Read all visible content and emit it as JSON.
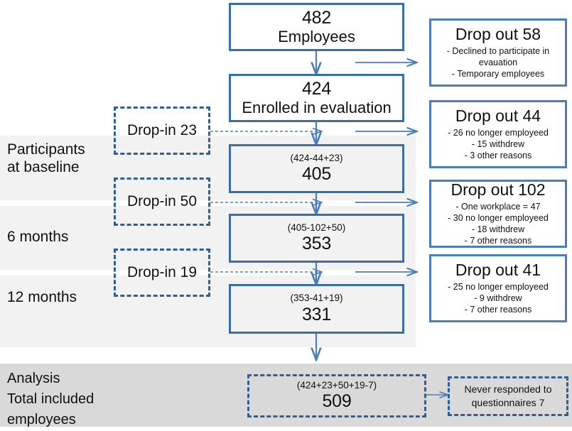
{
  "diagram": {
    "title": "Participant flow diagram",
    "colors": {
      "box_border": "#3a6ea5",
      "dashed_border": "#2f5f96",
      "arrow": "#4a7ebb",
      "band_light": "#f2f2f2",
      "band_dark": "#d9d9d9",
      "text": "#111111"
    }
  },
  "main_flow": [
    {
      "id": "employees",
      "number": "482",
      "label": "Employees",
      "calc": ""
    },
    {
      "id": "enrolled",
      "number": "424",
      "label": "Enrolled in evaluation",
      "calc": ""
    },
    {
      "id": "baseline",
      "number": "405",
      "label": "",
      "calc": "(424-44+23)"
    },
    {
      "id": "six-months",
      "number": "353",
      "label": "",
      "calc": "(405-102+50)"
    },
    {
      "id": "twelve-months",
      "number": "331",
      "label": "",
      "calc": "(353-41+19)"
    }
  ],
  "drop_ins": [
    {
      "id": "drop-in-23",
      "label": "Drop-in 23"
    },
    {
      "id": "drop-in-50",
      "label": "Drop-in 50"
    },
    {
      "id": "drop-in-19",
      "label": "Drop-in 19"
    }
  ],
  "drop_outs": [
    {
      "id": "drop-out-58",
      "title": "Drop out 58",
      "reasons": [
        "-    Declined to participate in",
        "evauation",
        "- Temporary employees"
      ]
    },
    {
      "id": "drop-out-44",
      "title": "Drop out 44",
      "reasons": [
        "- 26 no longer employeed",
        "- 15 withdrew",
        "- 3 other reasons"
      ]
    },
    {
      "id": "drop-out-102",
      "title": "Drop out 102",
      "reasons": [
        "- One workplace = 47",
        "- 30 no longer employeed",
        "- 18 withdrew",
        "- 7 other reasons"
      ]
    },
    {
      "id": "drop-out-41",
      "title": "Drop out 41",
      "reasons": [
        "- 25 no longer employeed",
        "- 9 withdrew",
        "- 7 other reasons"
      ]
    }
  ],
  "stage_labels": [
    {
      "id": "stage-baseline",
      "text": "Participants\nat baseline"
    },
    {
      "id": "stage-6-months",
      "text": "6 months"
    },
    {
      "id": "stage-12-months",
      "text": "12 months"
    }
  ],
  "analysis": {
    "label": "Analysis\nTotal included\nemployees",
    "total_box": {
      "calc": "(424+23+50+19-7)",
      "number": "509"
    },
    "never_responded": {
      "line1": "Never responded to",
      "line2": "questionnaires 7"
    }
  }
}
